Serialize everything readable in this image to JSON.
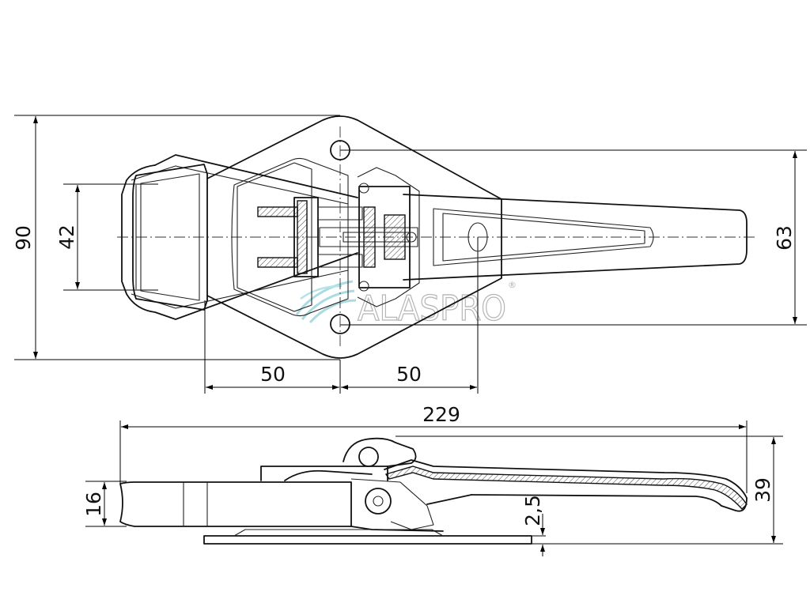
{
  "watermark": {
    "text": "ALASPRO",
    "mark": "®",
    "logo_icon": "leaf-swirl-logo",
    "color": "#8fd0d8"
  },
  "top_view": {
    "dimensions": {
      "overall_height": "90",
      "handle_width": "42",
      "hole_spacing": "63",
      "left_offset": "50",
      "right_offset": "50"
    }
  },
  "side_view": {
    "dimensions": {
      "overall_length": "229",
      "overall_height": "39",
      "strap_height": "16",
      "base_thickness": "2,5"
    }
  }
}
